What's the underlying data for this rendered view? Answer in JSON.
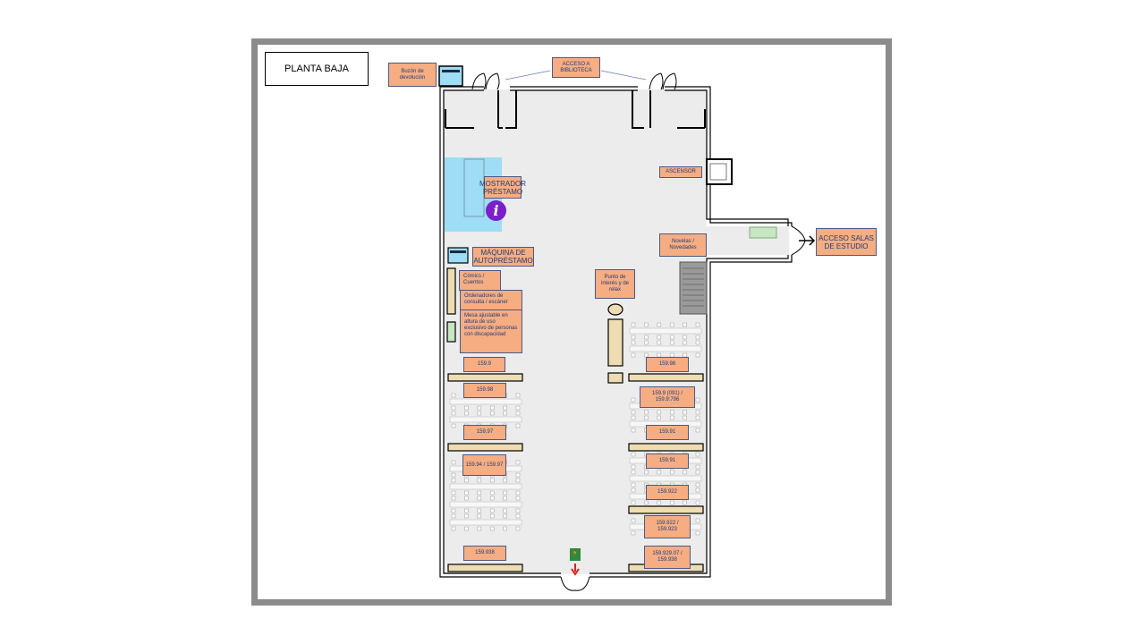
{
  "title": "PLANTA BAJA",
  "labels": {
    "buzon": "Buzón de devolución",
    "acceso_biblioteca": "ACCESO A BIBLIOTECA",
    "mostrador": "MOSTRADOR PRÉSTAMO",
    "maquina": "MÁQUINA DE AUTOPRÉSTAMO",
    "ascensor": "ASCENSOR",
    "novelas": "Novelas / Novedades",
    "acceso_salas": "ACCESO SALAS DE ESTUDIO",
    "punto": "Punto de interés y de relax",
    "comics": "Cómics / Cuentos",
    "ordenadores": "Ordenadores de consulta / escáner",
    "mesa": "Mesa ajustable en altura de uso exclusivo de personas con discapacidad"
  },
  "shelves_left": [
    "159.9",
    "159.98",
    "159.97",
    "159.94 / 159.97",
    "159.938"
  ],
  "shelves_right": [
    "159.98",
    "159.9 (091) / 159.9:796",
    "159.91",
    "159.91",
    "159.922",
    "159.922 / 159.923",
    "159.929.07 / 159.938"
  ],
  "icons": [
    "info-icon",
    "exit-sign-icon",
    "exit-arrow-icon",
    "elevator-icon",
    "return-box-icon",
    "self-checkout-icon",
    "stairs-icon"
  ],
  "colors": {
    "label_fill": "#f6ad82",
    "label_text": "#1f3b7a",
    "desk_blue": "#9fdcf5",
    "shelf": "#eedcb2",
    "floor": "#ececec",
    "info": "#7a1fc8",
    "exit": "#2f8a3a"
  }
}
